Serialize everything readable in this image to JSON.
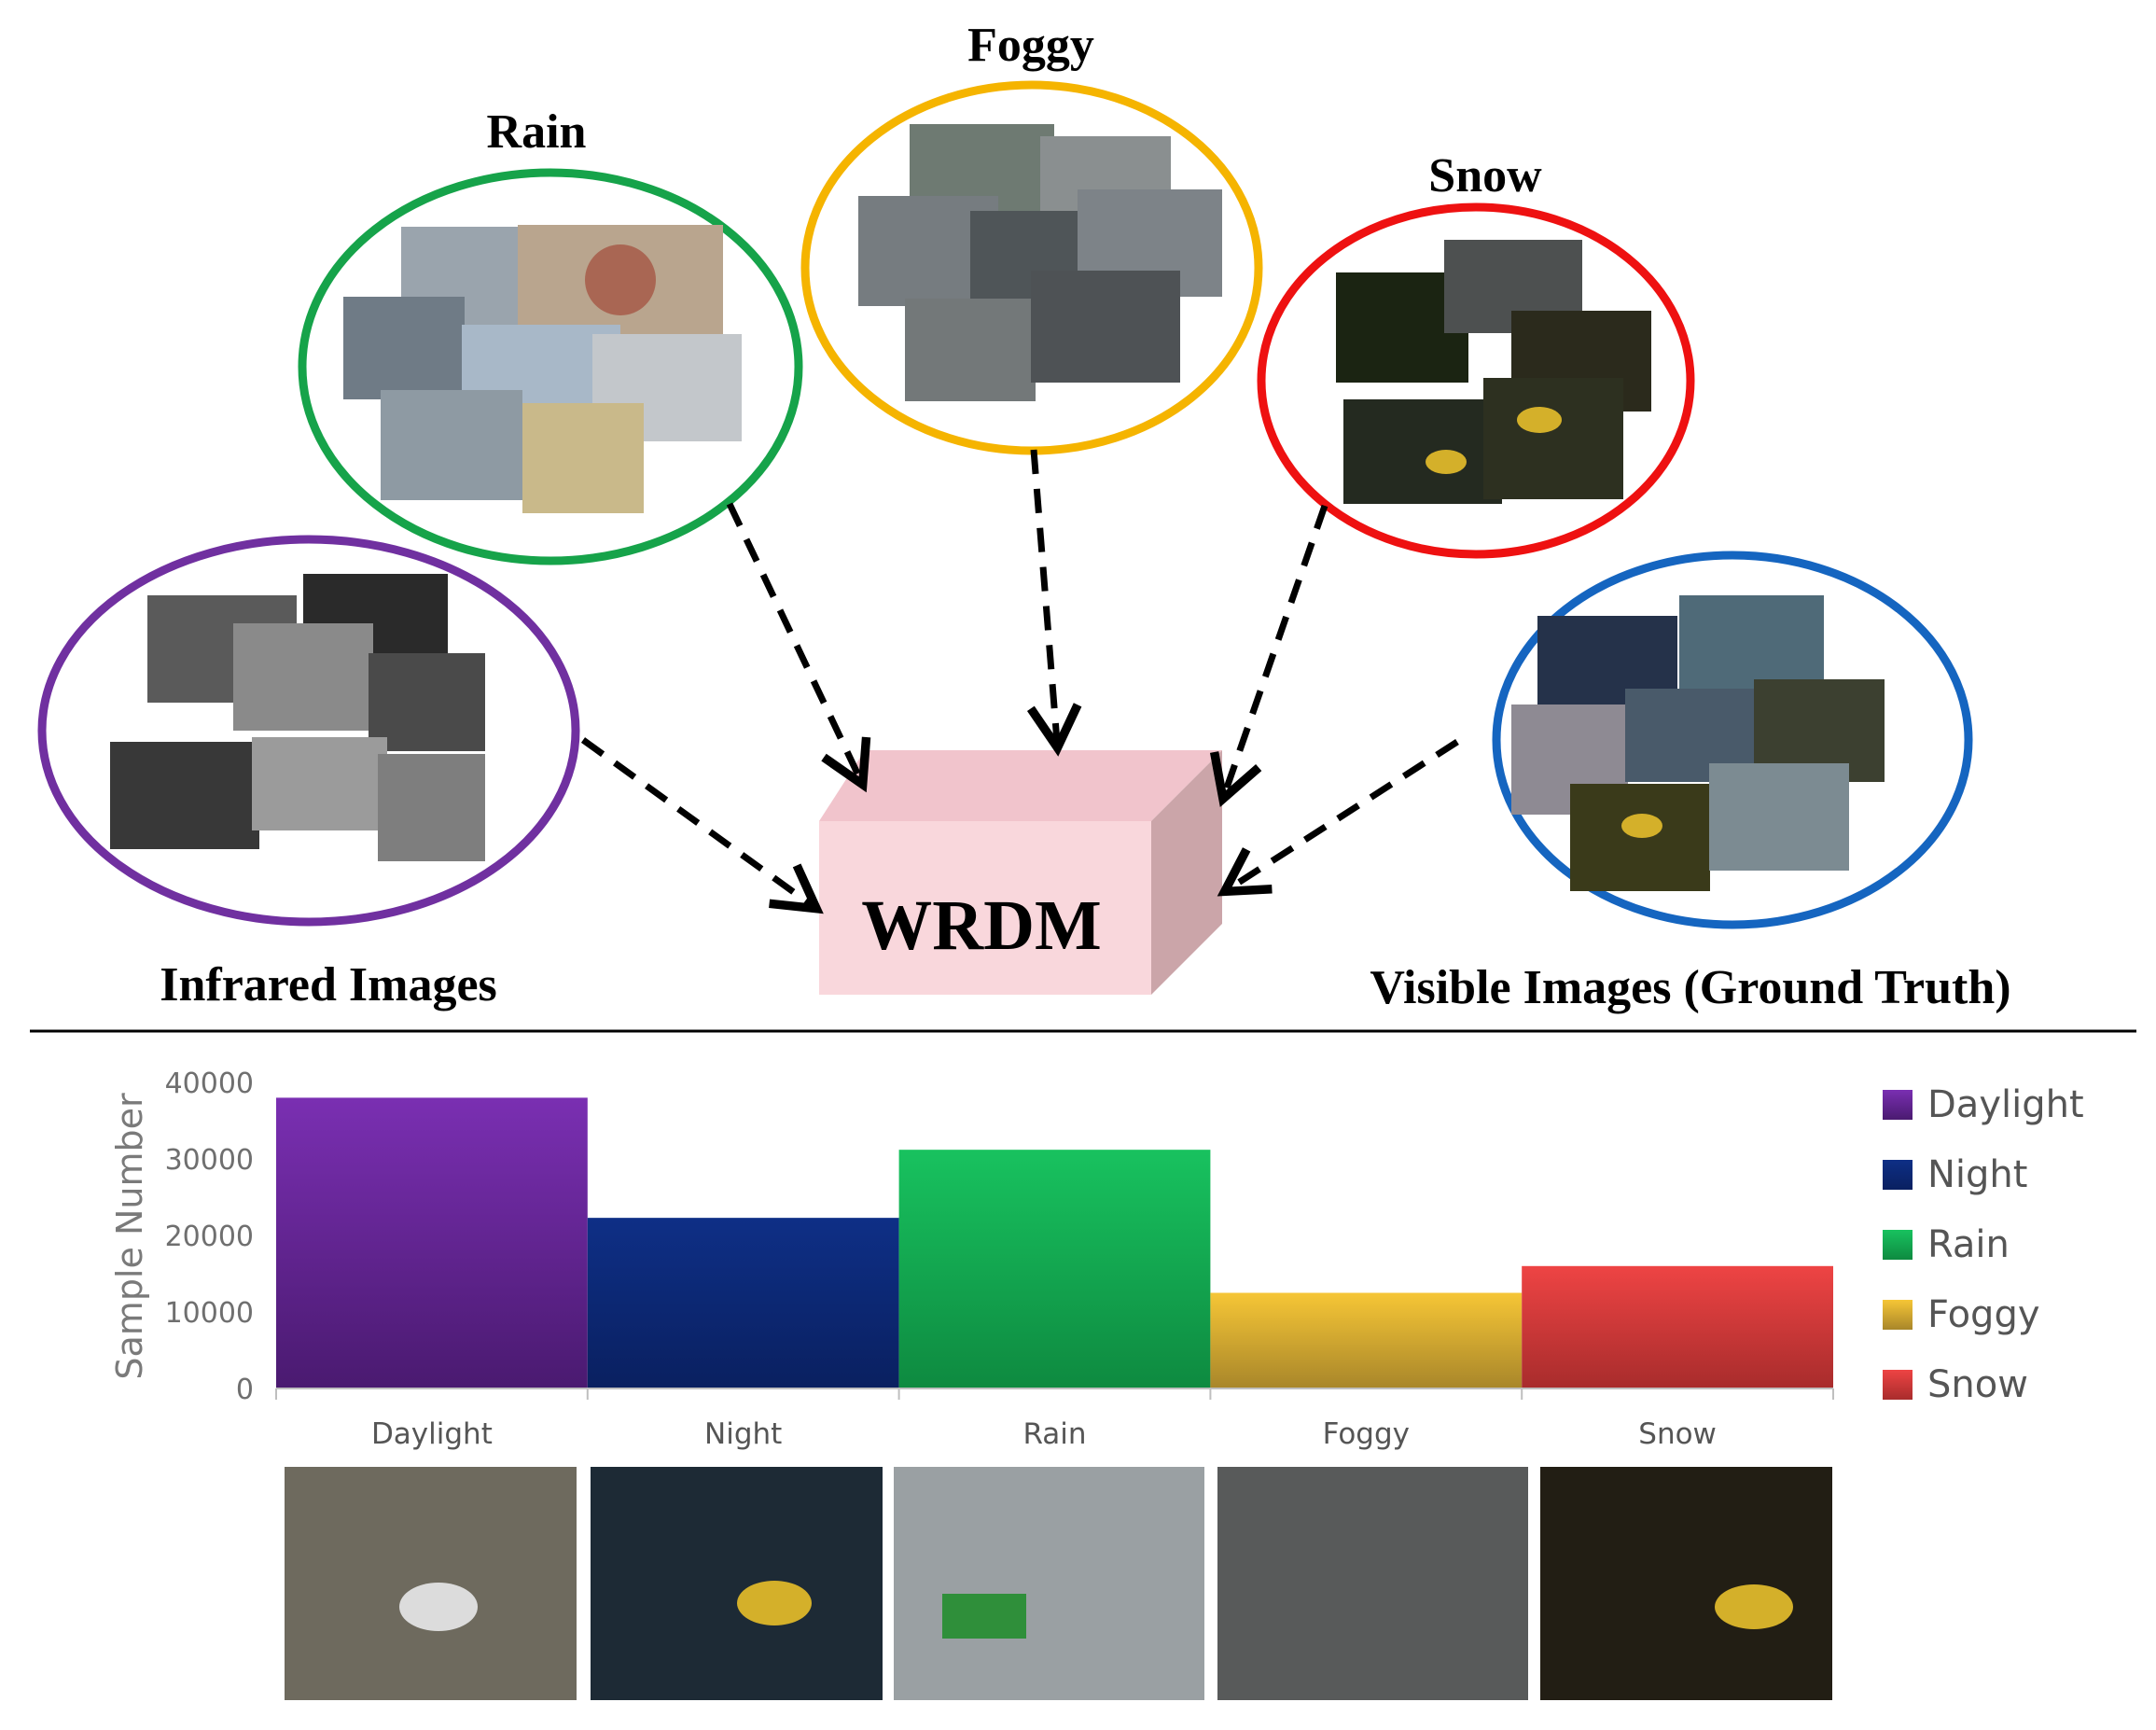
{
  "diagram": {
    "center_box_label": "WRDM",
    "groups": [
      {
        "id": "rain",
        "label": "Rain",
        "color": "#16a34a"
      },
      {
        "id": "foggy",
        "label": "Foggy",
        "color": "#f5b400"
      },
      {
        "id": "snow",
        "label": "Snow",
        "color": "#ee1111"
      },
      {
        "id": "infrared",
        "label": "Infrared Images",
        "color": "#7030a0"
      },
      {
        "id": "visible",
        "label": "Visible Images (Ground Truth)",
        "color": "#1565c0"
      }
    ]
  },
  "chart_data": {
    "type": "bar",
    "categories": [
      "Daylight",
      "Night",
      "Rain",
      "Foggy",
      "Snow"
    ],
    "values": [
      38000,
      22300,
      31200,
      12500,
      16000
    ],
    "ylabel": "Sample Number",
    "ylim": [
      0,
      40000
    ],
    "yticks": [
      "0",
      "10000",
      "20000",
      "30000",
      "40000"
    ],
    "colors": [
      "#7a2fb2",
      "#0e2f86",
      "#18c25f",
      "#f6c636",
      "#ee4444"
    ],
    "legend": [
      "Daylight",
      "Night",
      "Rain",
      "Foggy",
      "Snow"
    ],
    "legend_position": "right",
    "grid": false
  }
}
